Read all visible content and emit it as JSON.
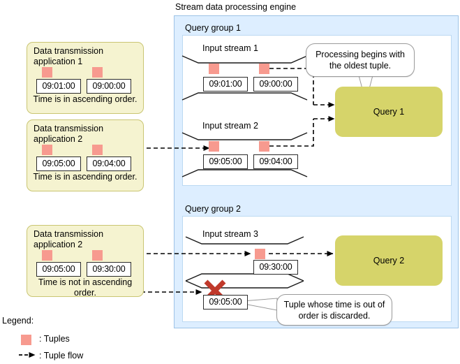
{
  "engine": {
    "title": "Stream data processing engine",
    "query_groups": [
      {
        "title": "Query group 1",
        "streams": [
          {
            "label": "Input stream 1",
            "tuples": [
              "09:01:00",
              "09:00:00"
            ]
          },
          {
            "label": "Input stream 2",
            "tuples": [
              "09:05:00",
              "09:04:00"
            ]
          }
        ],
        "query": {
          "label": "Query 1"
        },
        "callout": {
          "text": "Processing begins with the oldest tuple."
        }
      },
      {
        "title": "Query group 2",
        "streams": [
          {
            "label": "Input stream 3",
            "tuples": [
              "09:30:00"
            ]
          },
          {
            "label": "",
            "tuples": [
              "09:05:00"
            ],
            "discarded": true
          }
        ],
        "query": {
          "label": "Query 2"
        },
        "callout": {
          "text": "Tuple whose time is out of order is discarded."
        }
      }
    ]
  },
  "applications": [
    {
      "title": "Data transmission application 1",
      "tuples": [
        "09:01:00",
        "09:00:00"
      ],
      "note": "Time is in ascending order."
    },
    {
      "title": "Data transmission application 2",
      "tuples": [
        "09:05:00",
        "09:04:00"
      ],
      "note": "Time is in ascending order."
    },
    {
      "title": "Data transmission application 2",
      "tuples": [
        "09:05:00",
        "09:30:00"
      ],
      "note": "Time is not in ascending order."
    }
  ],
  "legend": {
    "title": "Legend:",
    "tuple_label": ": Tuples",
    "flow_label": ": Tuple flow"
  },
  "colors": {
    "tuple": "#f79a8f",
    "query_box": "#d6d46a",
    "app_box": "#f5f3d0",
    "panel": "#ddeeff",
    "panel_border": "#9dc3e6",
    "discard_x": "#c0392b"
  }
}
